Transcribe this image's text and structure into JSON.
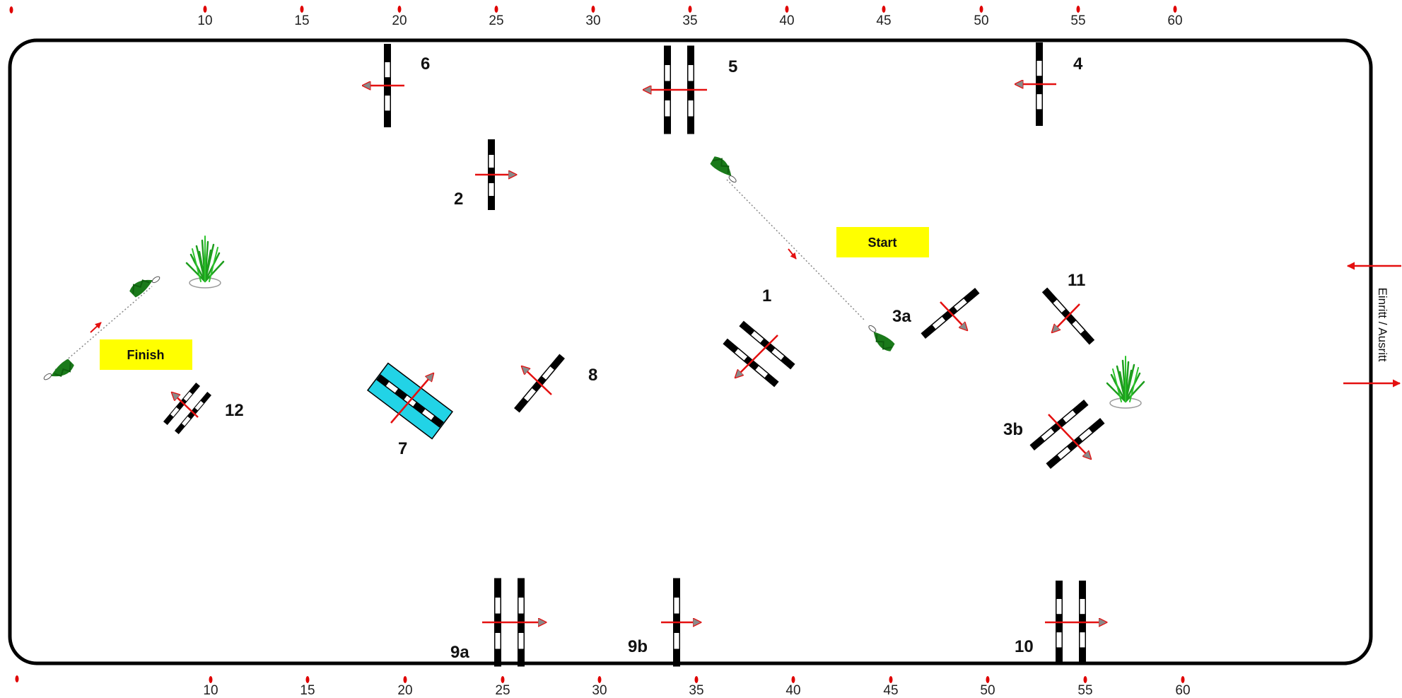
{
  "ruler": {
    "top_labels": [
      "10",
      "15",
      "20",
      "25",
      "30",
      "35",
      "40",
      "45",
      "50",
      "55",
      "60"
    ],
    "bottom_labels": [
      "10",
      "15",
      "20",
      "25",
      "30",
      "35",
      "40",
      "45",
      "50",
      "55",
      "60"
    ]
  },
  "signs": {
    "start": "Start",
    "finish": "Finish"
  },
  "entrance": {
    "label": "Einritt / Ausritt"
  },
  "obstacles": {
    "o1": "1",
    "o2": "2",
    "o3a": "3a",
    "o3b": "3b",
    "o4": "4",
    "o5": "5",
    "o6": "6",
    "o7": "7",
    "o8": "8",
    "o9a": "9a",
    "o9b": "9b",
    "o10": "10",
    "o11": "11",
    "o12": "12"
  },
  "colors": {
    "pole_dark": "#000000",
    "pole_light": "#ffffff",
    "arrow": "#e41010",
    "arrow_head": "#8a8a8a",
    "sign_bg": "#ffff00",
    "water": "#22d3e6",
    "plant": "#1e9e1e",
    "flag": "#1a7a1a",
    "fence": "#000000",
    "dot": "#e00000"
  }
}
